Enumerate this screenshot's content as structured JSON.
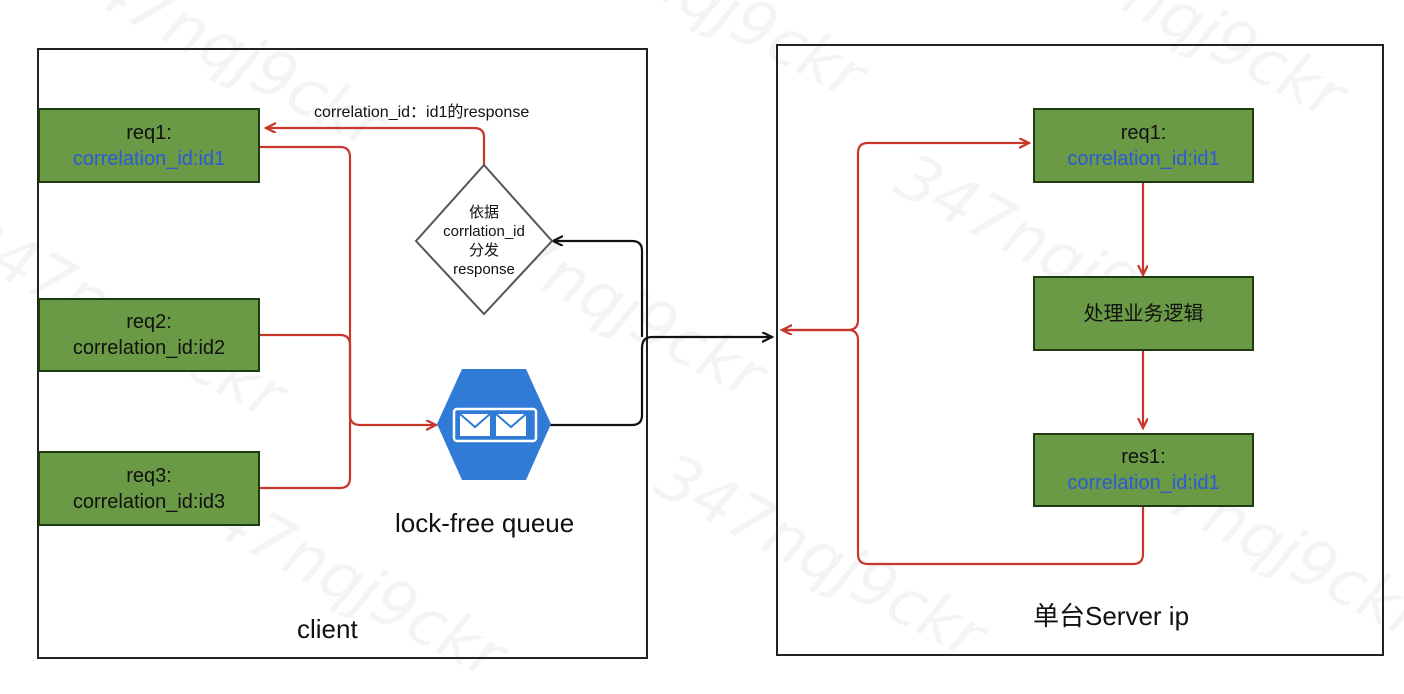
{
  "client": {
    "title": "client",
    "req1": {
      "line1": "req1:",
      "line2": "correlation_id:id1"
    },
    "req2": {
      "line1": "req2:",
      "line2": "correlation_id:id2"
    },
    "req3": {
      "line1": "req3:",
      "line2": "correlation_id:id3"
    },
    "response_label": "correlation_id：id1的response",
    "diamond": {
      "line1": "依据",
      "line2": "corrlation_id",
      "line3": "分发",
      "line4": "response"
    },
    "queue_label": "lock-free queue"
  },
  "server": {
    "title": "单台Server ip",
    "req1": {
      "line1": "req1:",
      "line2": "correlation_id:id1"
    },
    "process": {
      "label": "处理业务逻辑"
    },
    "res1": {
      "line1": "res1:",
      "line2": "correlation_id:id1"
    }
  },
  "watermark": "347nqj9ckr",
  "colors": {
    "box_fill": "#6a9a45",
    "id_text": "#2c5ad8",
    "red_wire": "#c8362c",
    "black_wire": "#111111",
    "queue_icon": "#2f7bd6"
  }
}
